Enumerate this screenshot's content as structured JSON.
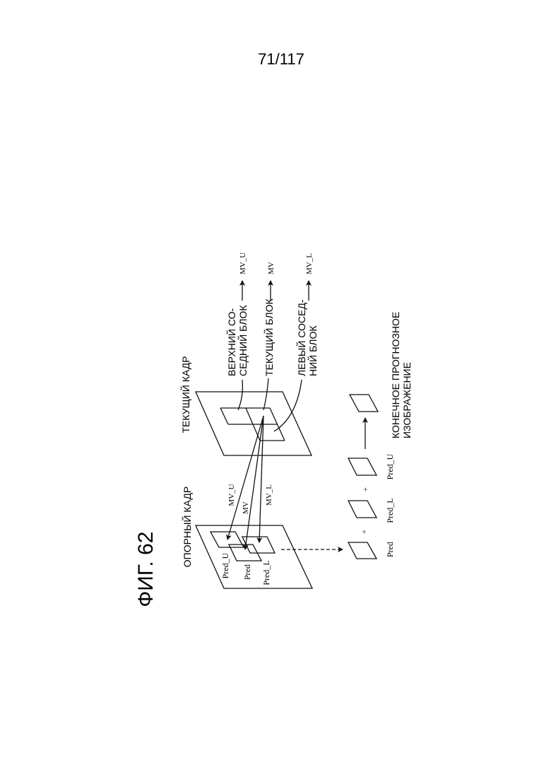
{
  "page_number": "71/117",
  "figure_title": "ФИГ. 62",
  "reference_frame": {
    "title": "ОПОРНЫЙ КАДР",
    "blocks": [
      "Pred_U",
      "Pred",
      "Pred_L"
    ]
  },
  "current_frame": {
    "title": "ТЕКУЩИЙ КАДР",
    "upper_block": [
      "ВЕРХНИЙ СО-",
      "СЕДНИЙ БЛОК"
    ],
    "current_block": "ТЕКУЩИЙ БЛОК",
    "left_block": [
      "ЛЕВЫЙ СОСЕД-",
      "НИЙ БЛОК"
    ]
  },
  "motion_vectors": [
    "MV_U",
    "MV",
    "MV_L"
  ],
  "legend_vectors": [
    "MV_U",
    "MV",
    "MV_L"
  ],
  "sum": {
    "terms": [
      "Pred",
      "Pred_L",
      "Pred_U"
    ],
    "operator": "+",
    "result": [
      "КОНЕЧНОЕ ПРОГНОЗНОЕ",
      "ИЗОБРАЖЕНИЕ"
    ]
  }
}
